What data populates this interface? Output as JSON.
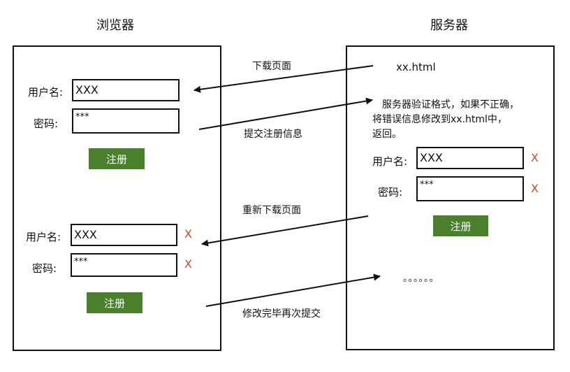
{
  "browser": {
    "title": "浏览器",
    "form1": {
      "username_label": "用户名:",
      "username_value": "XXX",
      "password_label": "密码:",
      "password_value": "***",
      "submit_label": "注册"
    },
    "form2": {
      "username_label": "用户名:",
      "username_value": "XXX",
      "username_error": "X",
      "password_label": "密码:",
      "password_value": "***",
      "password_error": "X",
      "submit_label": "注册"
    }
  },
  "server": {
    "title": "服务器",
    "file_name": "xx.html",
    "validation_note": [
      "服务器验证格式，如果不正确，",
      "将错误信息修改到xx.html中，",
      "返回。"
    ],
    "form": {
      "username_label": "用户名:",
      "username_value": "XXX",
      "username_error": "X",
      "password_label": "密码:",
      "password_value": "***",
      "password_error": "X",
      "submit_label": "注册"
    },
    "ellipsis": "。。。。。。"
  },
  "arrows": {
    "download_page": "下载页面",
    "submit_registration": "提交注册信息",
    "redownload_page": "重新下载页面",
    "resubmit": "修改完毕再次提交"
  },
  "colors": {
    "button": "#4a7f2c",
    "error": "#d44a2a",
    "stroke": "#111111"
  }
}
